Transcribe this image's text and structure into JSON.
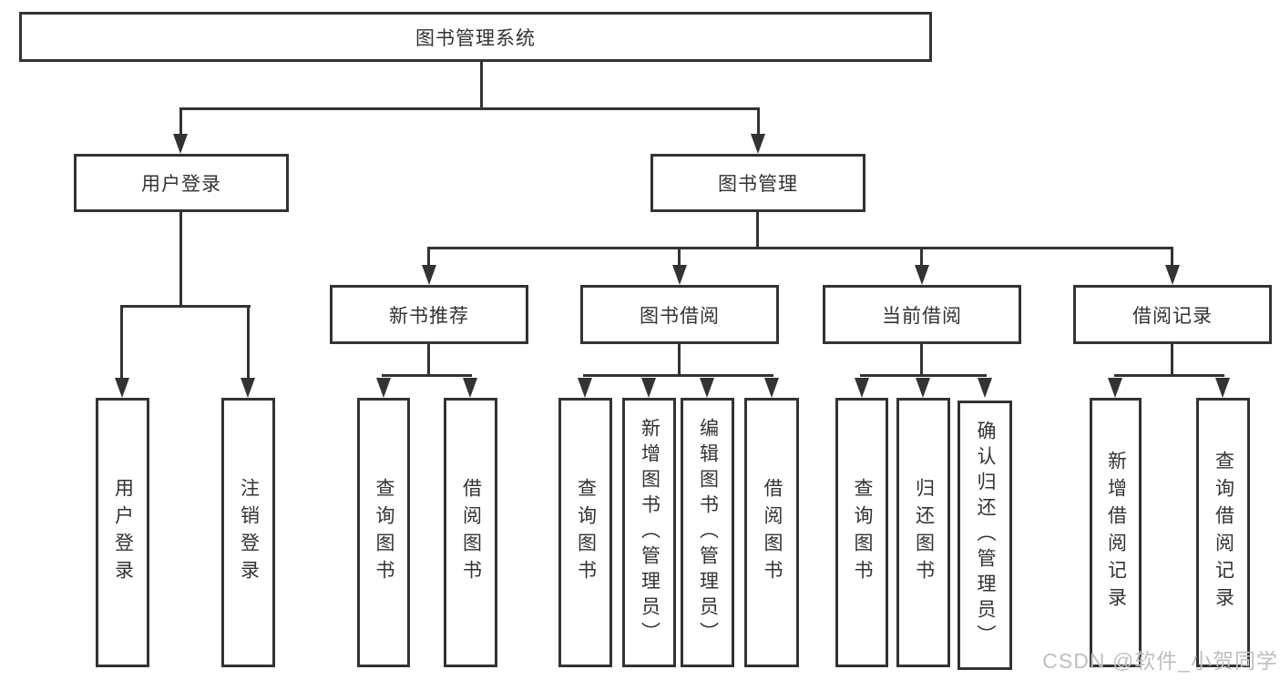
{
  "nodes": {
    "root": "图书管理系统",
    "user_login": "用户登录",
    "book_mgmt": "图书管理",
    "new_book_rec": "新书推荐",
    "book_borrow": "图书借阅",
    "current_borrow": "当前借阅",
    "borrow_record": "借阅记录",
    "leaf_user_login": "用户登录",
    "leaf_logout": "注销登录",
    "leaf_query_book_1": "查询图书",
    "leaf_borrow_book_1": "借阅图书",
    "leaf_query_book_2": "查询图书",
    "leaf_add_book": "新增图书（管理员）",
    "leaf_edit_book": "编辑图书（管理员）",
    "leaf_borrow_book_2": "借阅图书",
    "leaf_query_book_3": "查询图书",
    "leaf_return_book": "归还图书",
    "leaf_confirm_return": "确认归还（管理员）",
    "leaf_add_record": "新增借阅记录",
    "leaf_query_record": "查询借阅记录"
  },
  "watermark": "CSDN @软件_小贺同学",
  "colors": {
    "line": "#333333",
    "text": "#333333",
    "watermark": "#bfbfbf",
    "background": "#ffffff"
  }
}
